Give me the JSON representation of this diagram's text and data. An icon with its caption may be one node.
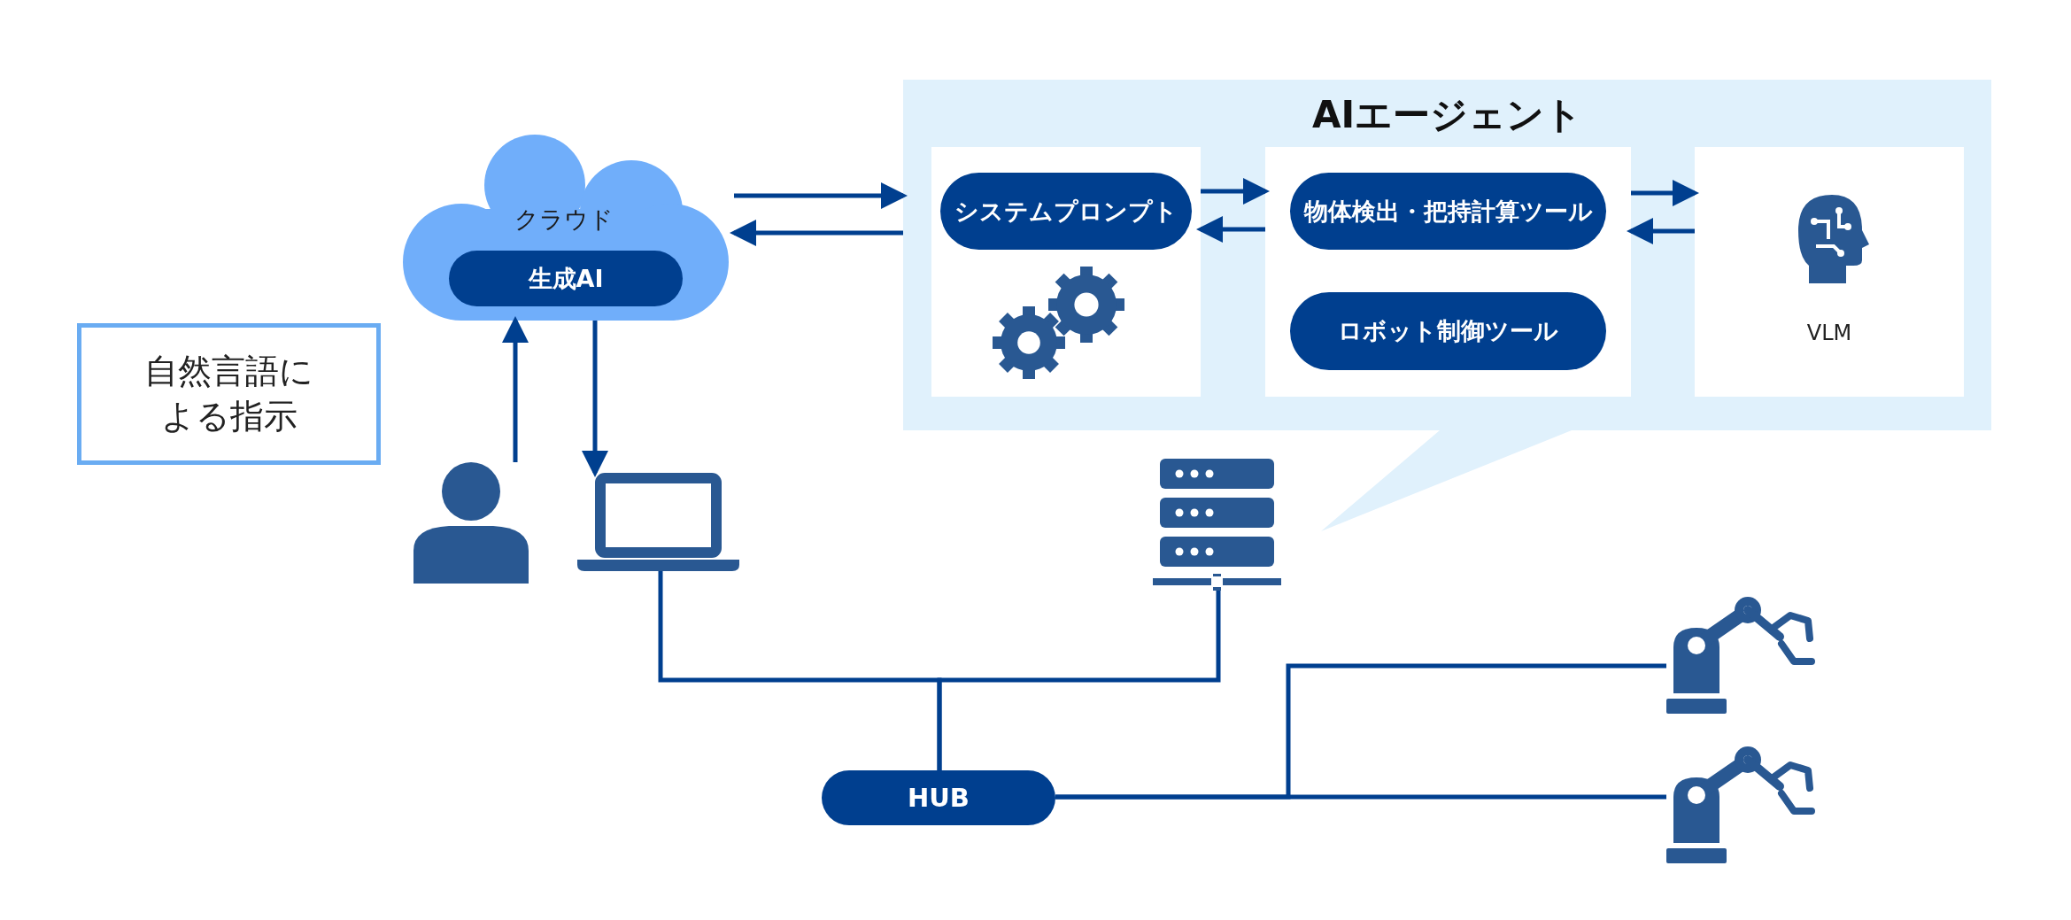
{
  "diagram": {
    "nodes": [
      {
        "text": [
          "クラウド"
        ]
      },
      {
        "text": [
          "生成AI"
        ],
        "in": 0
      },
      {
        "text": [
          "自然言語による指示"
        ]
      },
      {
        "text": [],
        "shape": "person"
      },
      {
        "text": [],
        "shape": "laptop"
      },
      {
        "text": [
          "AIエージェント"
        ]
      },
      {
        "text": [],
        "shape": "box",
        "in": 5
      },
      {
        "text": [
          "システムプロンプト"
        ],
        "in": 6
      },
      {
        "text": [],
        "shape": "box",
        "in": 5
      },
      {
        "text": [
          "物体検出・把持計算ツール"
        ],
        "in": 8
      },
      {
        "text": [
          "ロボット制御ツール"
        ],
        "in": 8
      },
      {
        "text": [
          "VLM"
        ],
        "in": 5
      },
      {
        "text": [],
        "shape": "server"
      },
      {
        "text": [
          "HUB"
        ]
      },
      {
        "text": [],
        "shape": "robot"
      },
      {
        "text": [],
        "shape": "robot"
      }
    ],
    "edges": [
      {
        "from": 0,
        "to": 5,
        "arrow": "to"
      },
      {
        "from": 5,
        "to": 0,
        "arrow": "to"
      },
      {
        "from": 3,
        "to": 0,
        "arrow": "to"
      },
      {
        "from": 0,
        "to": 4,
        "arrow": "to"
      },
      {
        "from": 6,
        "to": 8,
        "arrow": "to"
      },
      {
        "from": 8,
        "to": 6,
        "arrow": "to"
      },
      {
        "from": 8,
        "to": 11,
        "arrow": "to"
      },
      {
        "from": 11,
        "to": 8,
        "arrow": "to"
      },
      {
        "from": 4,
        "to": 13,
        "arrow": "none"
      },
      {
        "from": 12,
        "to": 13,
        "arrow": "none"
      },
      {
        "from": 13,
        "to": 14,
        "arrow": "none"
      },
      {
        "from": 13,
        "to": 15,
        "arrow": "none"
      }
    ]
  }
}
